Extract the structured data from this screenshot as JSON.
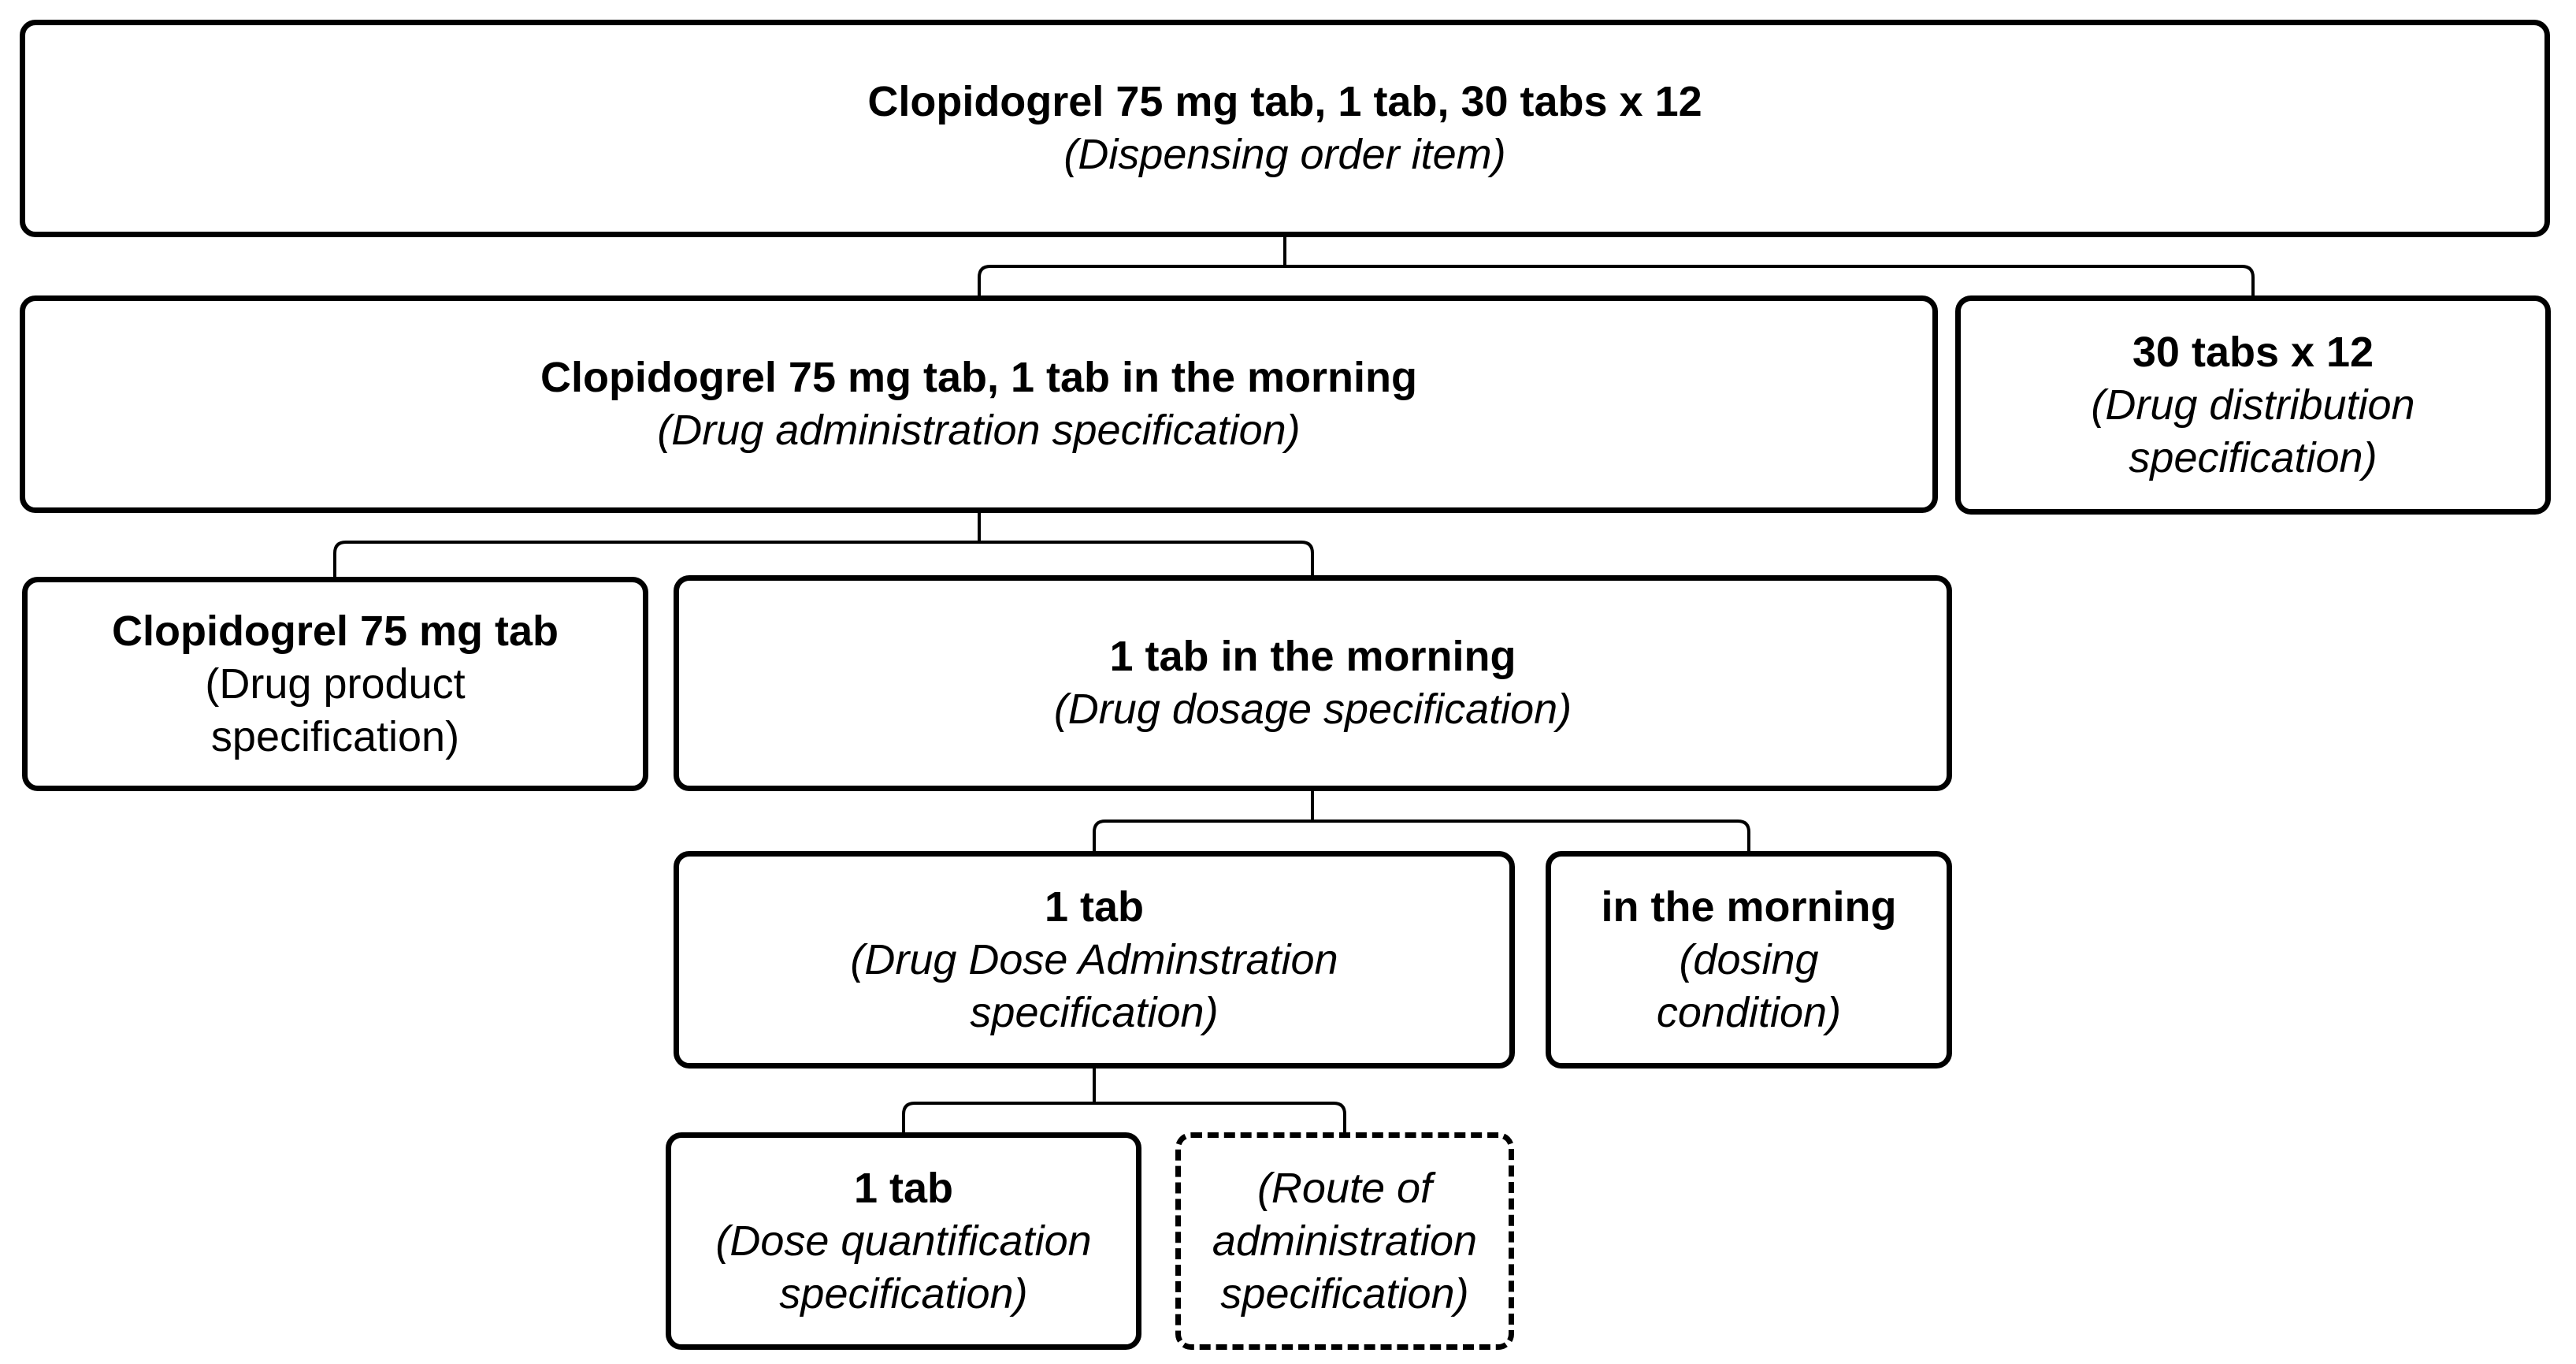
{
  "diagram": {
    "colors": {
      "background": "#ffffff",
      "box_border": "#000000",
      "connector": "#000000",
      "text": "#000000"
    },
    "nodes": {
      "dispensing_order_item": {
        "title": "Clopidogrel 75 mg tab, 1 tab, 30 tabs x 12",
        "subtitle_lines": [
          "(Dispensing order item)"
        ]
      },
      "drug_administration_specification": {
        "title": "Clopidogrel 75 mg tab, 1 tab in the morning",
        "subtitle_lines": [
          "(Drug administration specification)"
        ]
      },
      "drug_distribution_specification": {
        "title": "30 tabs x 12",
        "subtitle_lines": [
          "(Drug distribution",
          "specification)"
        ]
      },
      "drug_product_specification": {
        "title": "Clopidogrel 75 mg tab",
        "subtitle_lines": [
          "(Drug product",
          "specification)"
        ]
      },
      "drug_dosage_specification": {
        "title": "1 tab in the morning",
        "subtitle_lines": [
          "(Drug dosage specification)"
        ]
      },
      "drug_dose_administration_specification": {
        "title": "1 tab",
        "subtitle_lines": [
          "(Drug Dose Adminstration",
          "specification)"
        ]
      },
      "dosing_condition": {
        "title": "in the morning",
        "subtitle_lines": [
          "(dosing",
          "condition)"
        ]
      },
      "dose_quantification_specification": {
        "title": "1 tab",
        "subtitle_lines": [
          "(Dose quantification",
          "specification)"
        ]
      },
      "route_of_administration_specification": {
        "subtitle_lines": [
          "(Route of",
          "administration",
          "specification)"
        ]
      }
    }
  }
}
